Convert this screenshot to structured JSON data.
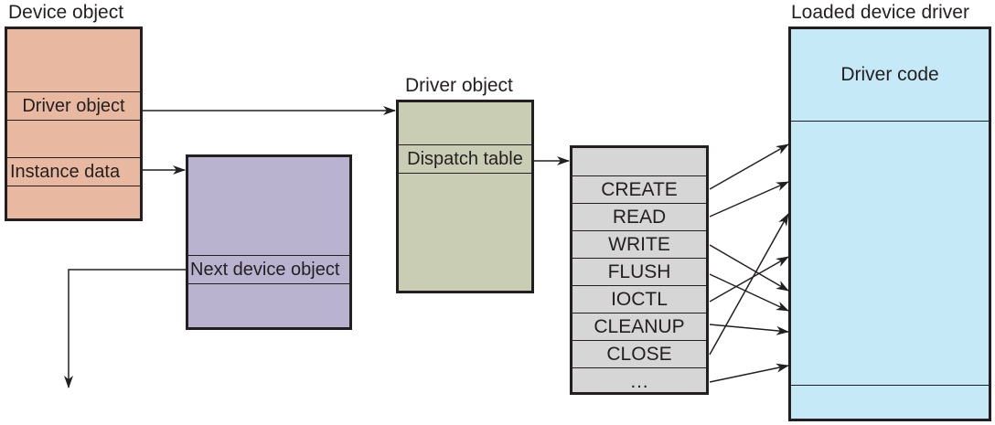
{
  "colors": {
    "device_object": "#e8b9a0",
    "next_device_object": "#b9b3cf",
    "driver_object": "#c9cdb4",
    "dispatch_table": "#d6d6d6",
    "loaded_driver": "#c6e9f8",
    "stroke": "#231f20"
  },
  "device_object": {
    "title": "Device object",
    "fields": [
      "Driver object",
      "Instance data"
    ]
  },
  "next_device": {
    "field": "Next device object"
  },
  "driver_object": {
    "title": "Driver object",
    "field": "Dispatch table"
  },
  "dispatch_table": {
    "entries": [
      "CREATE",
      "READ",
      "WRITE",
      "FLUSH",
      "IOCTL",
      "CLEANUP",
      "CLOSE",
      "…"
    ]
  },
  "loaded_driver": {
    "title": "Loaded device driver",
    "section": "Driver code"
  }
}
